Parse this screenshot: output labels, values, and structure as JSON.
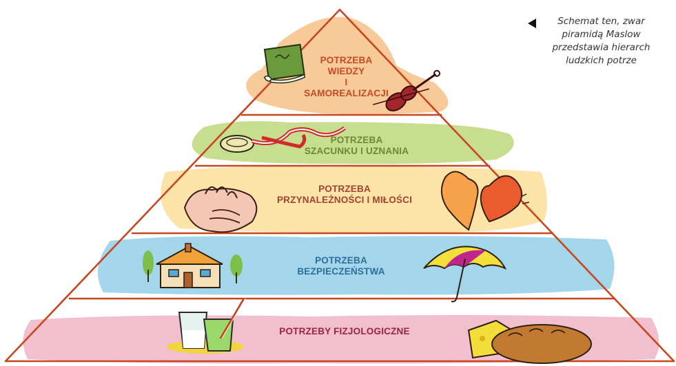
{
  "pyramid": {
    "levels": [
      {
        "lines": [
          "POTRZEBA",
          "WIEDZY",
          "I",
          "SAMOREALIZACJI"
        ]
      },
      {
        "lines": [
          "POTRZEBA",
          "SZACUNKU I UZNANIA"
        ]
      },
      {
        "lines": [
          "POTRZEBA",
          "PRZYNALEŻNOŚCI I MIŁOŚCI"
        ]
      },
      {
        "lines": [
          "POTRZEBA",
          "BEZPIECZEŃSTWA"
        ]
      },
      {
        "lines": [
          "POTRZEBY FIZJOLOGICZNE"
        ]
      }
    ],
    "colors": {
      "outline": "#c8461e",
      "top": "#f8c48e",
      "level2": "#c4dc8a",
      "level3": "#fce3a4",
      "level4": "#9ed3ea",
      "base": "#f1bccb"
    }
  },
  "caption": {
    "lines": [
      "Schemat ten, zwar",
      "piramidą Maslow",
      "przedstawia hierarch",
      "ludzkich potrze"
    ]
  },
  "illustrations": {
    "level1": [
      "book-icon",
      "violin-icon"
    ],
    "level2": [
      "medal-icon"
    ],
    "level3": [
      "hands-icon",
      "hearts-icon"
    ],
    "level4": [
      "house-icon",
      "umbrella-icon"
    ],
    "level5": [
      "drink-glasses-icon",
      "cheese-icon",
      "bread-icon"
    ]
  }
}
